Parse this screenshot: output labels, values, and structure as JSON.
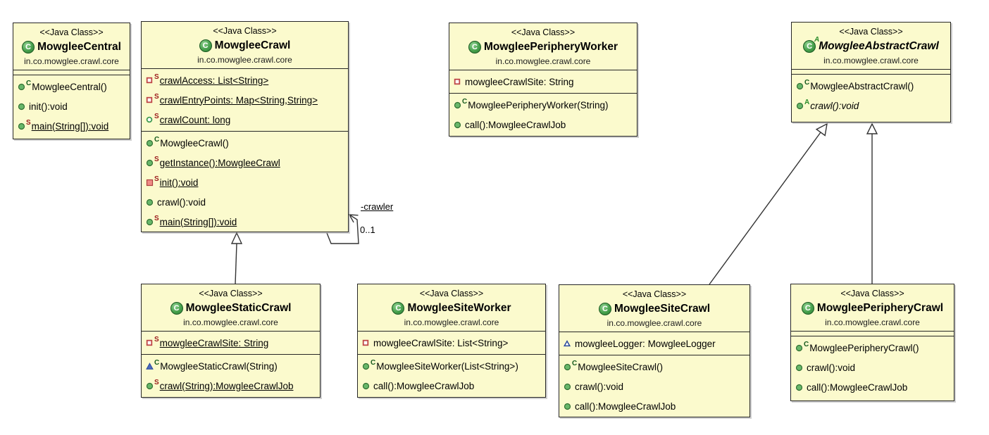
{
  "stereotype": "<<Java Class>>",
  "package": "in.co.mowglee.crawl.core",
  "class_icon_letter": "C",
  "abstract_badge": "A",
  "colors": {
    "class_fill": "#fbfacd",
    "class_border": "#262626",
    "class_icon_green": "#2e7d34",
    "static_modifier_red": "#9b1b1b",
    "abstract_modifier_green": "#2c8c2c",
    "private_field_red": "#bf4646",
    "public_green": "#3f9b50",
    "package_blue": "#2a4a9c"
  },
  "classes": {
    "central": {
      "name": "MowgleeCentral",
      "fields": [],
      "methods": [
        {
          "kind": "constructor",
          "icon": "method-public",
          "mod": "C",
          "label": "MowgleeCentral()"
        },
        {
          "kind": "method",
          "icon": "method-public",
          "label": "init():void"
        },
        {
          "kind": "method",
          "icon": "method-public",
          "mod": "S",
          "underline": true,
          "label": "main(String[]):void"
        }
      ]
    },
    "crawl": {
      "name": "MowgleeCrawl",
      "fields": [
        {
          "kind": "field",
          "icon": "field-private",
          "mod": "S",
          "underline": true,
          "label": "crawlAccess: List<String>"
        },
        {
          "kind": "field",
          "icon": "field-private",
          "mod": "S",
          "underline": true,
          "label": "crawlEntryPoints: Map<String,String>"
        },
        {
          "kind": "field",
          "icon": "field-public",
          "mod": "S",
          "underline": true,
          "label": "crawlCount: long"
        }
      ],
      "methods": [
        {
          "kind": "constructor",
          "icon": "method-public",
          "mod": "C",
          "label": "MowgleeCrawl()"
        },
        {
          "kind": "method",
          "icon": "method-public",
          "mod": "S",
          "underline": true,
          "label": "getInstance():MowgleeCrawl"
        },
        {
          "kind": "method",
          "icon": "method-private",
          "mod": "S",
          "underline": true,
          "label": "init():void"
        },
        {
          "kind": "method",
          "icon": "method-public",
          "label": "crawl():void"
        },
        {
          "kind": "method",
          "icon": "method-public",
          "mod": "S",
          "underline": true,
          "label": "main(String[]):void"
        }
      ]
    },
    "peripheryWorker": {
      "name": "MowgleePeripheryWorker",
      "fields": [
        {
          "kind": "field",
          "icon": "field-private",
          "label": "mowgleeCrawlSite: String"
        }
      ],
      "methods": [
        {
          "kind": "constructor",
          "icon": "method-public",
          "mod": "C",
          "label": "MowgleePeripheryWorker(String)"
        },
        {
          "kind": "method",
          "icon": "method-public",
          "label": "call():MowgleeCrawlJob"
        }
      ]
    },
    "abstractCrawl": {
      "name": "MowgleeAbstractCrawl",
      "abstract": true,
      "fields": [],
      "methods": [
        {
          "kind": "constructor",
          "icon": "method-public",
          "mod": "C",
          "label": "MowgleeAbstractCrawl()"
        },
        {
          "kind": "method",
          "icon": "method-public",
          "mod": "A",
          "italic": true,
          "label": "crawl():void"
        }
      ]
    },
    "staticCrawl": {
      "name": "MowgleeStaticCrawl",
      "fields": [
        {
          "kind": "field",
          "icon": "field-private",
          "mod": "S",
          "underline": true,
          "label": "mowgleeCrawlSite: String"
        }
      ],
      "methods": [
        {
          "kind": "constructor",
          "icon": "method-package",
          "mod": "C",
          "label": "MowgleeStaticCrawl(String)"
        },
        {
          "kind": "method",
          "icon": "method-public",
          "mod": "S",
          "underline": true,
          "label": "crawl(String):MowgleeCrawlJob"
        }
      ]
    },
    "siteWorker": {
      "name": "MowgleeSiteWorker",
      "fields": [
        {
          "kind": "field",
          "icon": "field-private",
          "label": "mowgleeCrawlSite: List<String>"
        }
      ],
      "methods": [
        {
          "kind": "constructor",
          "icon": "method-public",
          "mod": "C",
          "label": "MowgleeSiteWorker(List<String>)"
        },
        {
          "kind": "method",
          "icon": "method-public",
          "label": "call():MowgleeCrawlJob"
        }
      ]
    },
    "siteCrawl": {
      "name": "MowgleeSiteCrawl",
      "fields": [
        {
          "kind": "field",
          "icon": "field-package",
          "label": "mowgleeLogger: MowgleeLogger"
        }
      ],
      "methods": [
        {
          "kind": "constructor",
          "icon": "method-public",
          "mod": "C",
          "label": "MowgleeSiteCrawl()"
        },
        {
          "kind": "method",
          "icon": "method-public",
          "label": "crawl():void"
        },
        {
          "kind": "method",
          "icon": "method-public",
          "label": "call():MowgleeCrawlJob"
        }
      ]
    },
    "peripheryCrawl": {
      "name": "MowgleePeripheryCrawl",
      "fields": [],
      "methods": [
        {
          "kind": "constructor",
          "icon": "method-public",
          "mod": "C",
          "label": "MowgleePeripheryCrawl()"
        },
        {
          "kind": "method",
          "icon": "method-public",
          "label": "crawl():void"
        },
        {
          "kind": "method",
          "icon": "method-public",
          "label": "call():MowgleeCrawlJob"
        }
      ]
    }
  },
  "relationships": {
    "generalizations": [
      {
        "from": "MowgleeStaticCrawl",
        "to": "MowgleeCrawl"
      },
      {
        "from": "MowgleeSiteCrawl",
        "to": "MowgleeAbstractCrawl"
      },
      {
        "from": "MowgleePeripheryCrawl",
        "to": "MowgleeAbstractCrawl"
      }
    ],
    "self_association": {
      "on": "MowgleeCrawl",
      "label": "-crawler",
      "multiplicity": "0..1"
    }
  }
}
